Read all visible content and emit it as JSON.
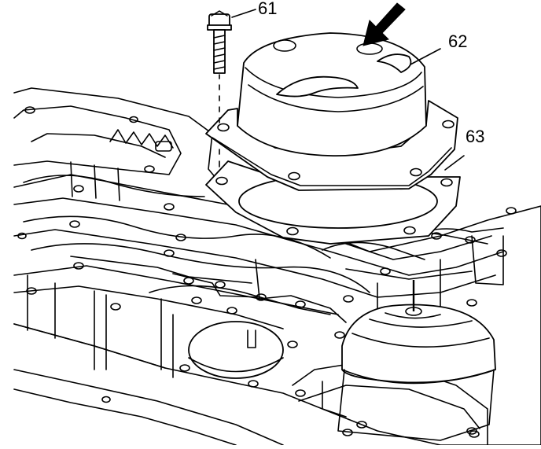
{
  "callouts": [
    {
      "id": "61",
      "label": "61"
    },
    {
      "id": "62",
      "label": "62"
    },
    {
      "id": "63",
      "label": "63"
    }
  ],
  "colors": {
    "ink": "#000000",
    "paper": "#ffffff"
  }
}
